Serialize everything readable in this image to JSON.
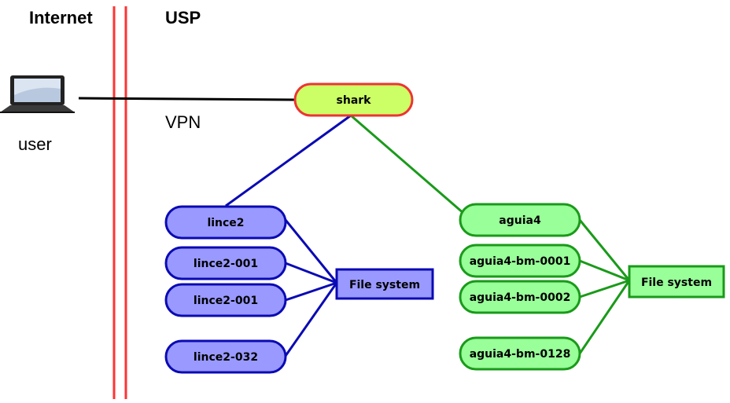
{
  "regions": {
    "internet": "Internet",
    "usp": "USP"
  },
  "user": {
    "label": "user",
    "icon": "laptop-icon"
  },
  "vpn_label": "VPN",
  "login_node": {
    "label": "shark",
    "fill": "#ccff66",
    "stroke": "#ee3333"
  },
  "clusters": {
    "lince": {
      "color": "#0a0ab4",
      "fill": "#9999ff",
      "head_node": "lince2",
      "compute_nodes": [
        "lince2-001",
        "lince2-001",
        "lince2-032"
      ],
      "filesystem": "File system"
    },
    "aguia": {
      "color": "#1a9a1a",
      "fill": "#99ff99",
      "head_node": "aguia4",
      "compute_nodes": [
        "aguia4-bm-0001",
        "aguia4-bm-0002",
        "aguia4-bm-0128"
      ],
      "filesystem": "File system"
    }
  },
  "colors": {
    "border_line": "#ff3333",
    "vpn_line": "#000000"
  }
}
